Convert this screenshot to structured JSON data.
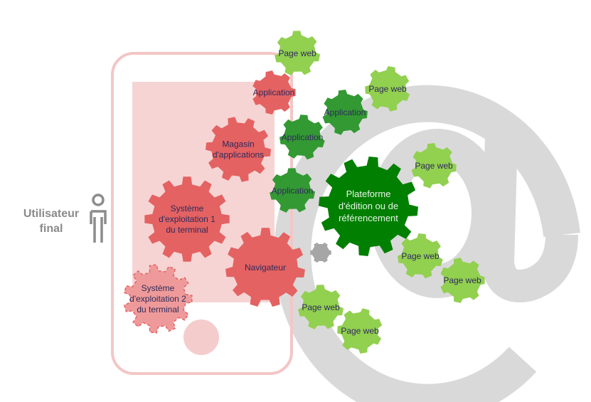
{
  "user": {
    "label_line1": "Utilisateur",
    "label_line2": "final"
  },
  "at_symbol": "@",
  "colors": {
    "terminal_red": "#e46262",
    "terminal_red_light": "#ef9a9a",
    "phone": "#f5cccc",
    "app_green": "#339933",
    "platform_green": "#007f00",
    "web_green": "#92d050",
    "grey": "#a6a6a6",
    "at_grey": "#d9d9d9"
  },
  "gears": {
    "os1": [
      "Système",
      "d'exploitation 1",
      "du terminal"
    ],
    "os2": [
      "Système",
      "d'exploitation 2",
      "du terminal"
    ],
    "store": [
      "Magasin",
      "d'applications"
    ],
    "browser": [
      "Navigateur"
    ],
    "app_red": [
      "Application"
    ],
    "app_green_1": [
      "Application"
    ],
    "app_green_2": [
      "Application"
    ],
    "app_green_3": [
      "Application"
    ],
    "platform": [
      "Plateforme",
      "d'édition ou de",
      "référencement"
    ],
    "web_1": [
      "Page web"
    ],
    "web_2": [
      "Page web"
    ],
    "web_3": [
      "Page web"
    ],
    "web_4": [
      "Page web"
    ],
    "web_5": [
      "Page web"
    ],
    "web_6": [
      "Page web"
    ],
    "web_7": [
      "Page web"
    ]
  }
}
